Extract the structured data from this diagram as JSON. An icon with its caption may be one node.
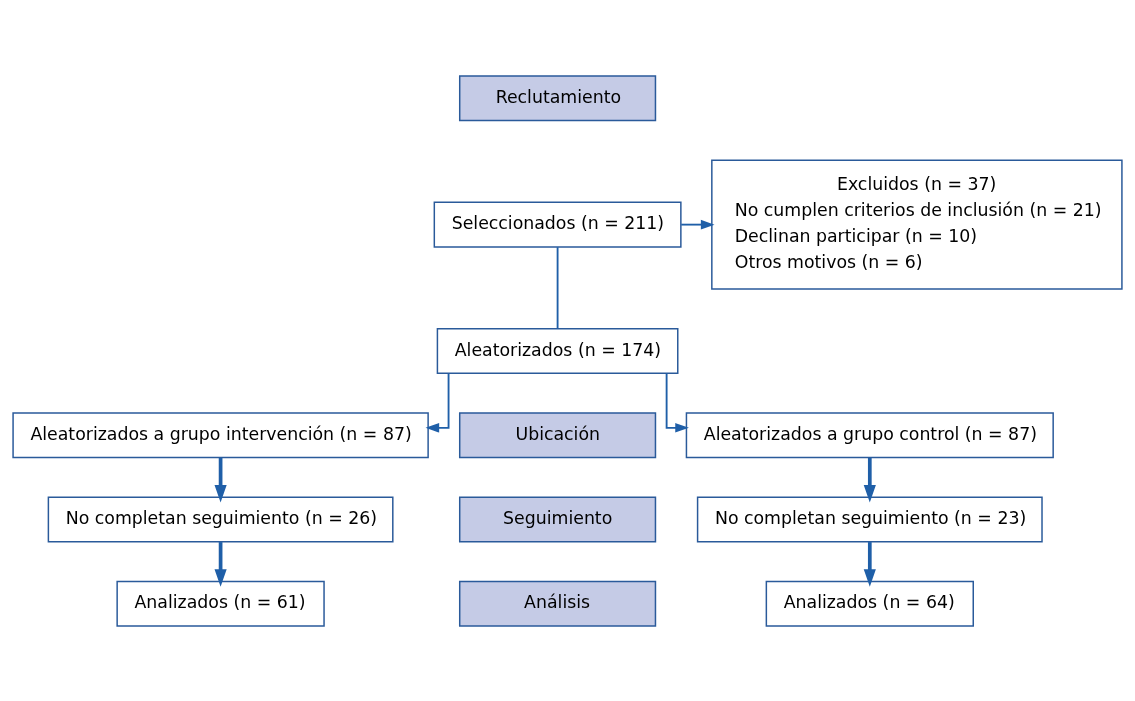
{
  "diagram": {
    "nodes": [
      {
        "text": [
          "Reclutamiento"
        ]
      },
      {
        "text": [
          "Seleccionados (n = 211)"
        ]
      },
      {
        "text": [
          "Excluidos (n = 37)",
          "No cumplen criterios de inclusión (n = 21)",
          "Declinan participar (n = 10)",
          "Otros motivos (n = 6)"
        ]
      },
      {
        "text": [
          "Aleatorizados (n = 174)"
        ]
      },
      {
        "text": [
          "Aleatorizados a grupo intervención (n = 87)"
        ]
      },
      {
        "text": [
          "Ubicación"
        ]
      },
      {
        "text": [
          "Aleatorizados a grupo control (n = 87)"
        ]
      },
      {
        "text": [
          "No completan seguimiento (n = 26)"
        ]
      },
      {
        "text": [
          "Seguimiento"
        ]
      },
      {
        "text": [
          "No completan seguimiento (n = 23)"
        ]
      },
      {
        "text": [
          "Analizados (n = 61)"
        ]
      },
      {
        "text": [
          "Análisis"
        ]
      },
      {
        "text": [
          "Analizados (n = 64)"
        ]
      }
    ],
    "edges": [
      {
        "from": 1,
        "to": 3,
        "arrow": "none"
      },
      {
        "from": 1,
        "to": 2,
        "arrow": "to"
      },
      {
        "from": 3,
        "to": 4,
        "arrow": "to"
      },
      {
        "from": 3,
        "to": 6,
        "arrow": "to"
      },
      {
        "from": 4,
        "to": 7,
        "arrow": "to",
        "style": "thick"
      },
      {
        "from": 7,
        "to": 10,
        "arrow": "to",
        "style": "thick"
      },
      {
        "from": 6,
        "to": 9,
        "arrow": "to",
        "style": "thick"
      },
      {
        "from": 9,
        "to": 12,
        "arrow": "to",
        "style": "thick"
      }
    ]
  }
}
